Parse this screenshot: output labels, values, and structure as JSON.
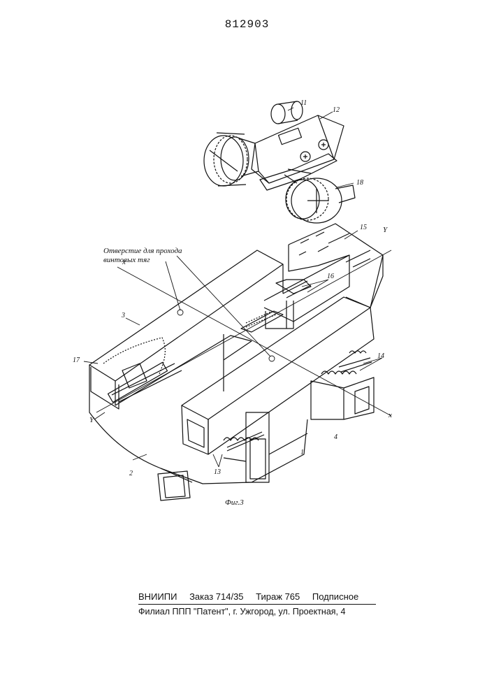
{
  "patent_number": "812903",
  "figure_caption": "Фиг.3",
  "annotation": {
    "line1": "Отверстие для прохода",
    "line2": "винтовых тяг"
  },
  "axis_labels": {
    "x_top": "x",
    "x_bottom": "x",
    "y_top": "Y",
    "y_bottom": "Y"
  },
  "part_labels": {
    "p1": "1",
    "p2": "2",
    "p3": "3",
    "p4": "4",
    "p11": "11",
    "p12": "12",
    "p13": "13",
    "p14": "14",
    "p15": "15",
    "p16": "16",
    "p17": "17",
    "p18": "18"
  },
  "footer": {
    "org": "ВНИИПИ",
    "order": "Заказ 714/35",
    "circulation": "Тираж 765",
    "subscription": "Подписное",
    "branch": "Филиал ППП \"Патент\", г. Ужгород, ул. Проектная, 4"
  }
}
